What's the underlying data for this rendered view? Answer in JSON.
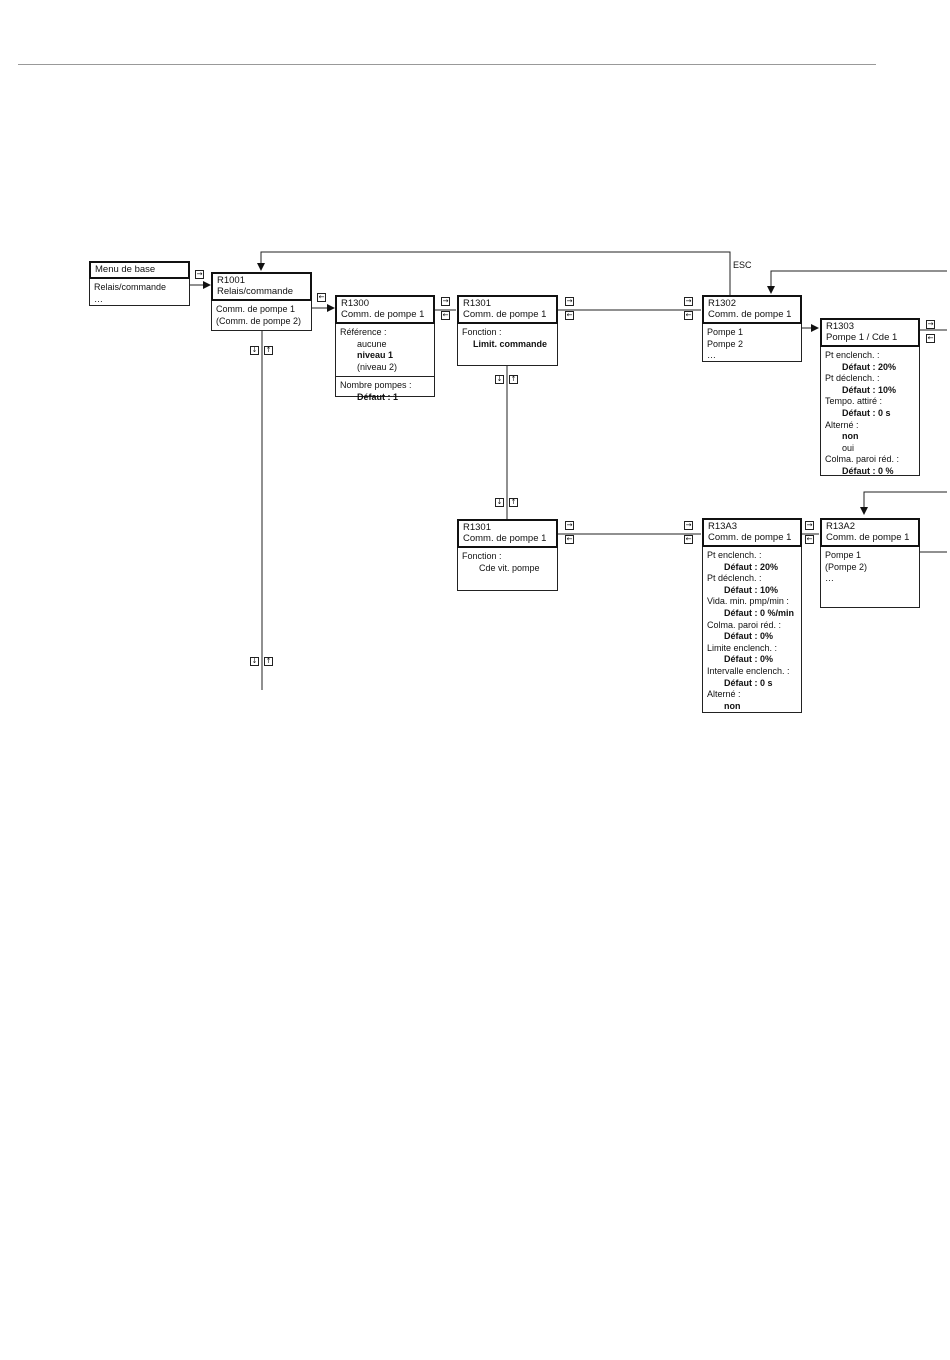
{
  "boxes": {
    "menu": {
      "header": [
        "Menu de base"
      ],
      "rows": [
        "Relais/commande",
        "…"
      ]
    },
    "r1001": {
      "header": [
        "R1001",
        "Relais/commande"
      ],
      "rows": [
        "Comm. de pompe 1",
        "(Comm. de pompe 2)"
      ]
    },
    "r1300": {
      "header": [
        "R1300",
        "Comm. de pompe 1"
      ],
      "rows": [
        "Référence :",
        "aucune",
        "niveau 1",
        "(niveau 2)"
      ],
      "rows2": [
        "Nombre pompes :",
        "Défaut : 1"
      ]
    },
    "r1301a": {
      "header": [
        "R1301",
        "Comm. de pompe 1"
      ],
      "rows": [
        "Fonction :",
        "Limit. commande"
      ]
    },
    "r1302": {
      "header": [
        "R1302",
        "Comm. de pompe 1"
      ],
      "rows": [
        "Pompe 1",
        "Pompe 2",
        "…"
      ]
    },
    "r1303": {
      "header": [
        "R1303",
        "Pompe 1 / Cde 1"
      ],
      "rows": [
        "Pt enclench. :",
        "Défaut : 20%",
        "Pt déclench. :",
        "Défaut : 10%",
        "Tempo. attiré :",
        "Défaut : 0 s",
        "Alterné :",
        "non",
        "oui",
        "Colma. paroi réd. :",
        "Défaut : 0 %"
      ]
    },
    "r1301b": {
      "header": [
        "R1301",
        "Comm. de pompe 1"
      ],
      "rows": [
        "Fonction :",
        "Cde vit. pompe"
      ]
    },
    "r13a3": {
      "header": [
        "R13A3",
        "Comm. de pompe 1"
      ],
      "rows": [
        "Pt enclench. :",
        "Défaut : 20%",
        "Pt déclench. :",
        "Défaut : 10%",
        "Vida. min. pmp/min :",
        "Défaut : 0 %/min",
        "Colma. paroi réd. :",
        "Défaut : 0%",
        "Limite enclench. :",
        "Défaut : 0%",
        "Intervalle enclench. :",
        "Défaut : 0 s",
        "Alterné :",
        "non"
      ]
    },
    "r13a2": {
      "header": [
        "R13A2",
        "Comm. de pompe 1"
      ],
      "rows": [
        "Pompe 1",
        "(Pompe 2)",
        "…"
      ]
    }
  },
  "esc_label": "ESC",
  "icons": {
    "enter": "arrow-right-into-box-icon",
    "back": "arrow-left-out-of-box-icon",
    "down": "arrow-down-icon",
    "up": "arrow-up-icon"
  }
}
